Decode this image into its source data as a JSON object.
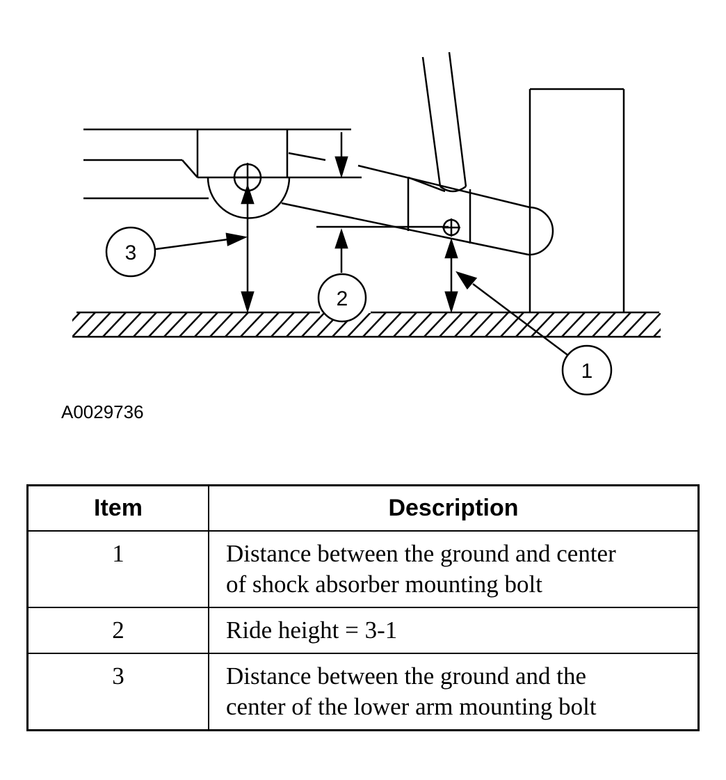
{
  "figure": {
    "id_label": "A0029736",
    "callouts": [
      "1",
      "2",
      "3"
    ]
  },
  "table": {
    "headers": [
      "Item",
      "Description"
    ],
    "rows": [
      {
        "item": "1",
        "lines": [
          "Distance between the ground and center",
          "of shock absorber mounting bolt"
        ]
      },
      {
        "item": "2",
        "lines": [
          "Ride height = 3-1"
        ]
      },
      {
        "item": "3",
        "lines": [
          "Distance between the ground and the",
          "center of the lower arm mounting bolt"
        ]
      }
    ]
  }
}
